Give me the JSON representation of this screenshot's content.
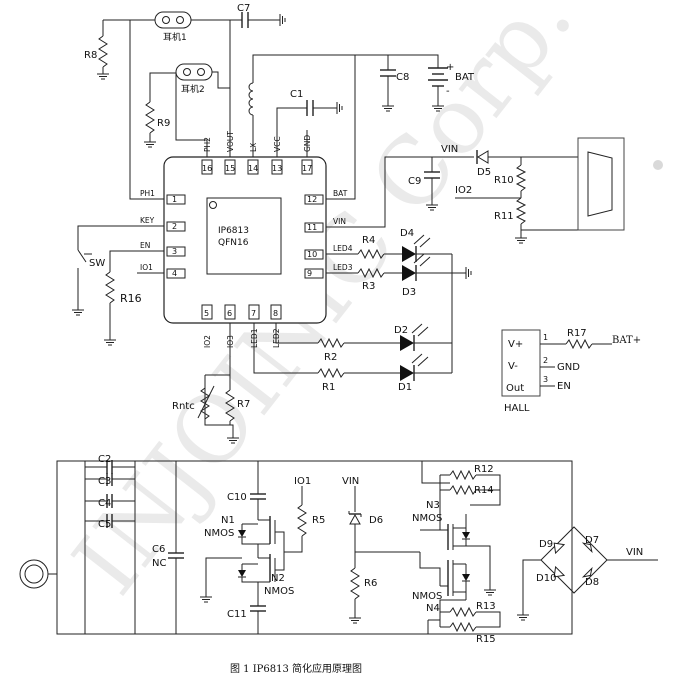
{
  "caption": "图 1  IP6813 简化应用原理图",
  "watermark": "INJOINIC Corp.",
  "chip": {
    "name": "IP6813",
    "package": "QFN16"
  },
  "pins_top": [
    {
      "num": "16",
      "name": "PH2"
    },
    {
      "num": "15",
      "name": "VOUT"
    },
    {
      "num": "14",
      "name": "LX"
    },
    {
      "num": "13",
      "name": "VCC"
    },
    {
      "num": "17",
      "name": "GND"
    }
  ],
  "pins_left": [
    {
      "num": "1",
      "name": "PH1"
    },
    {
      "num": "2",
      "name": "KEY"
    },
    {
      "num": "3",
      "name": "EN"
    },
    {
      "num": "4",
      "name": "IO1"
    }
  ],
  "pins_right": [
    {
      "num": "12",
      "name": "BAT"
    },
    {
      "num": "11",
      "name": "VIN"
    },
    {
      "num": "10",
      "name": "LED4"
    },
    {
      "num": "9",
      "name": "LED3"
    }
  ],
  "pins_bottom": [
    {
      "num": "5",
      "name": "IO2"
    },
    {
      "num": "6",
      "name": "IO3"
    },
    {
      "num": "7",
      "name": "LED1"
    },
    {
      "num": "8",
      "name": "LED2"
    }
  ],
  "labels": {
    "r8": "R8",
    "c7": "C7",
    "ear1": "耳机1",
    "ear2": "耳机2",
    "r9": "R9",
    "c1": "C1",
    "c8": "C8",
    "bat": "BAT",
    "plus": "+",
    "minus": "-",
    "vin_top": "VIN",
    "d5": "D5",
    "c9": "C9",
    "io2": "IO2",
    "r10": "R10",
    "r11": "R11",
    "d4": "D4",
    "r4": "R4",
    "d3": "D3",
    "r3": "R3",
    "d2": "D2",
    "r2": "R2",
    "d1": "D1",
    "r1": "R1",
    "sw": "SW",
    "r16": "R16",
    "rntc": "Rntc",
    "r7": "R7",
    "hall": "HALL",
    "hall_vp": "V+",
    "hall_vm": "V-",
    "hall_out": "Out",
    "hall_p1": "1",
    "hall_p2": "2",
    "hall_p3": "3",
    "r17": "R17",
    "bat_plus": "BAT+",
    "gnd": "GND",
    "en": "EN",
    "c2": "C2",
    "c3": "C3",
    "c4": "C4",
    "c5": "C5",
    "c6": "C6",
    "nc": "NC",
    "c10": "C10",
    "n1": "N1",
    "nmos1": "NMOS",
    "n2": "N2",
    "nmos2": "NMOS",
    "c11": "C11",
    "io1_b": "IO1",
    "r5": "R5",
    "vin_b": "VIN",
    "d6": "D6",
    "r6": "R6",
    "r12": "R12",
    "r14": "R14",
    "n3": "N3",
    "nmos3": "NMOS",
    "nmos4": "NMOS",
    "n4": "N4",
    "r13": "R13",
    "r15": "R15",
    "d9": "D9",
    "d7": "D7",
    "d10": "D10",
    "d8": "D8",
    "vin_out": "VIN"
  }
}
